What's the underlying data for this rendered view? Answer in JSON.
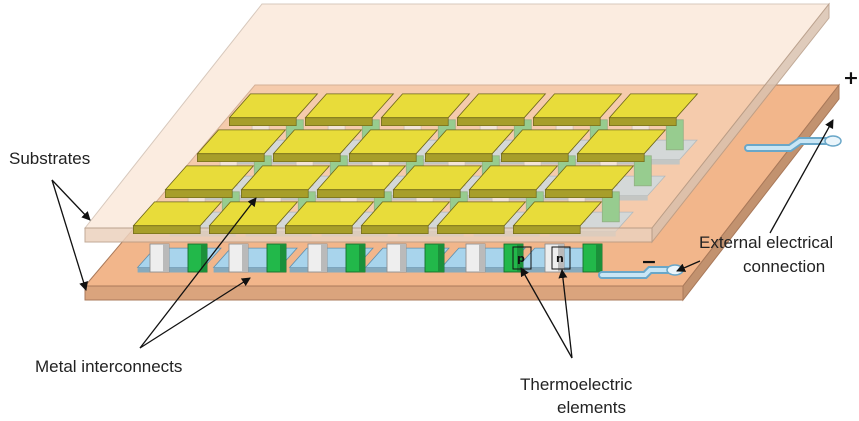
{
  "labels": {
    "substrates": "Substrates",
    "metal_interconnects": "Metal interconnects",
    "thermoelectric_line1": "Thermoelectric",
    "thermoelectric_line2": "elements",
    "external_line1": "External electrical",
    "external_line2": "connection",
    "plus": "+",
    "minus": "−",
    "p_type": "p",
    "n_type": "n"
  },
  "colors": {
    "substrate_top": "#f8ddc8",
    "substrate_bottom": "#f2b68b",
    "metal_top": "#e8dc3a",
    "metal_bottom": "#a8d4ec",
    "p_element": "#22b84a",
    "n_element": "#eeeeee",
    "annotation": "#111111"
  },
  "grid": {
    "rows": 4,
    "columns": 6
  }
}
